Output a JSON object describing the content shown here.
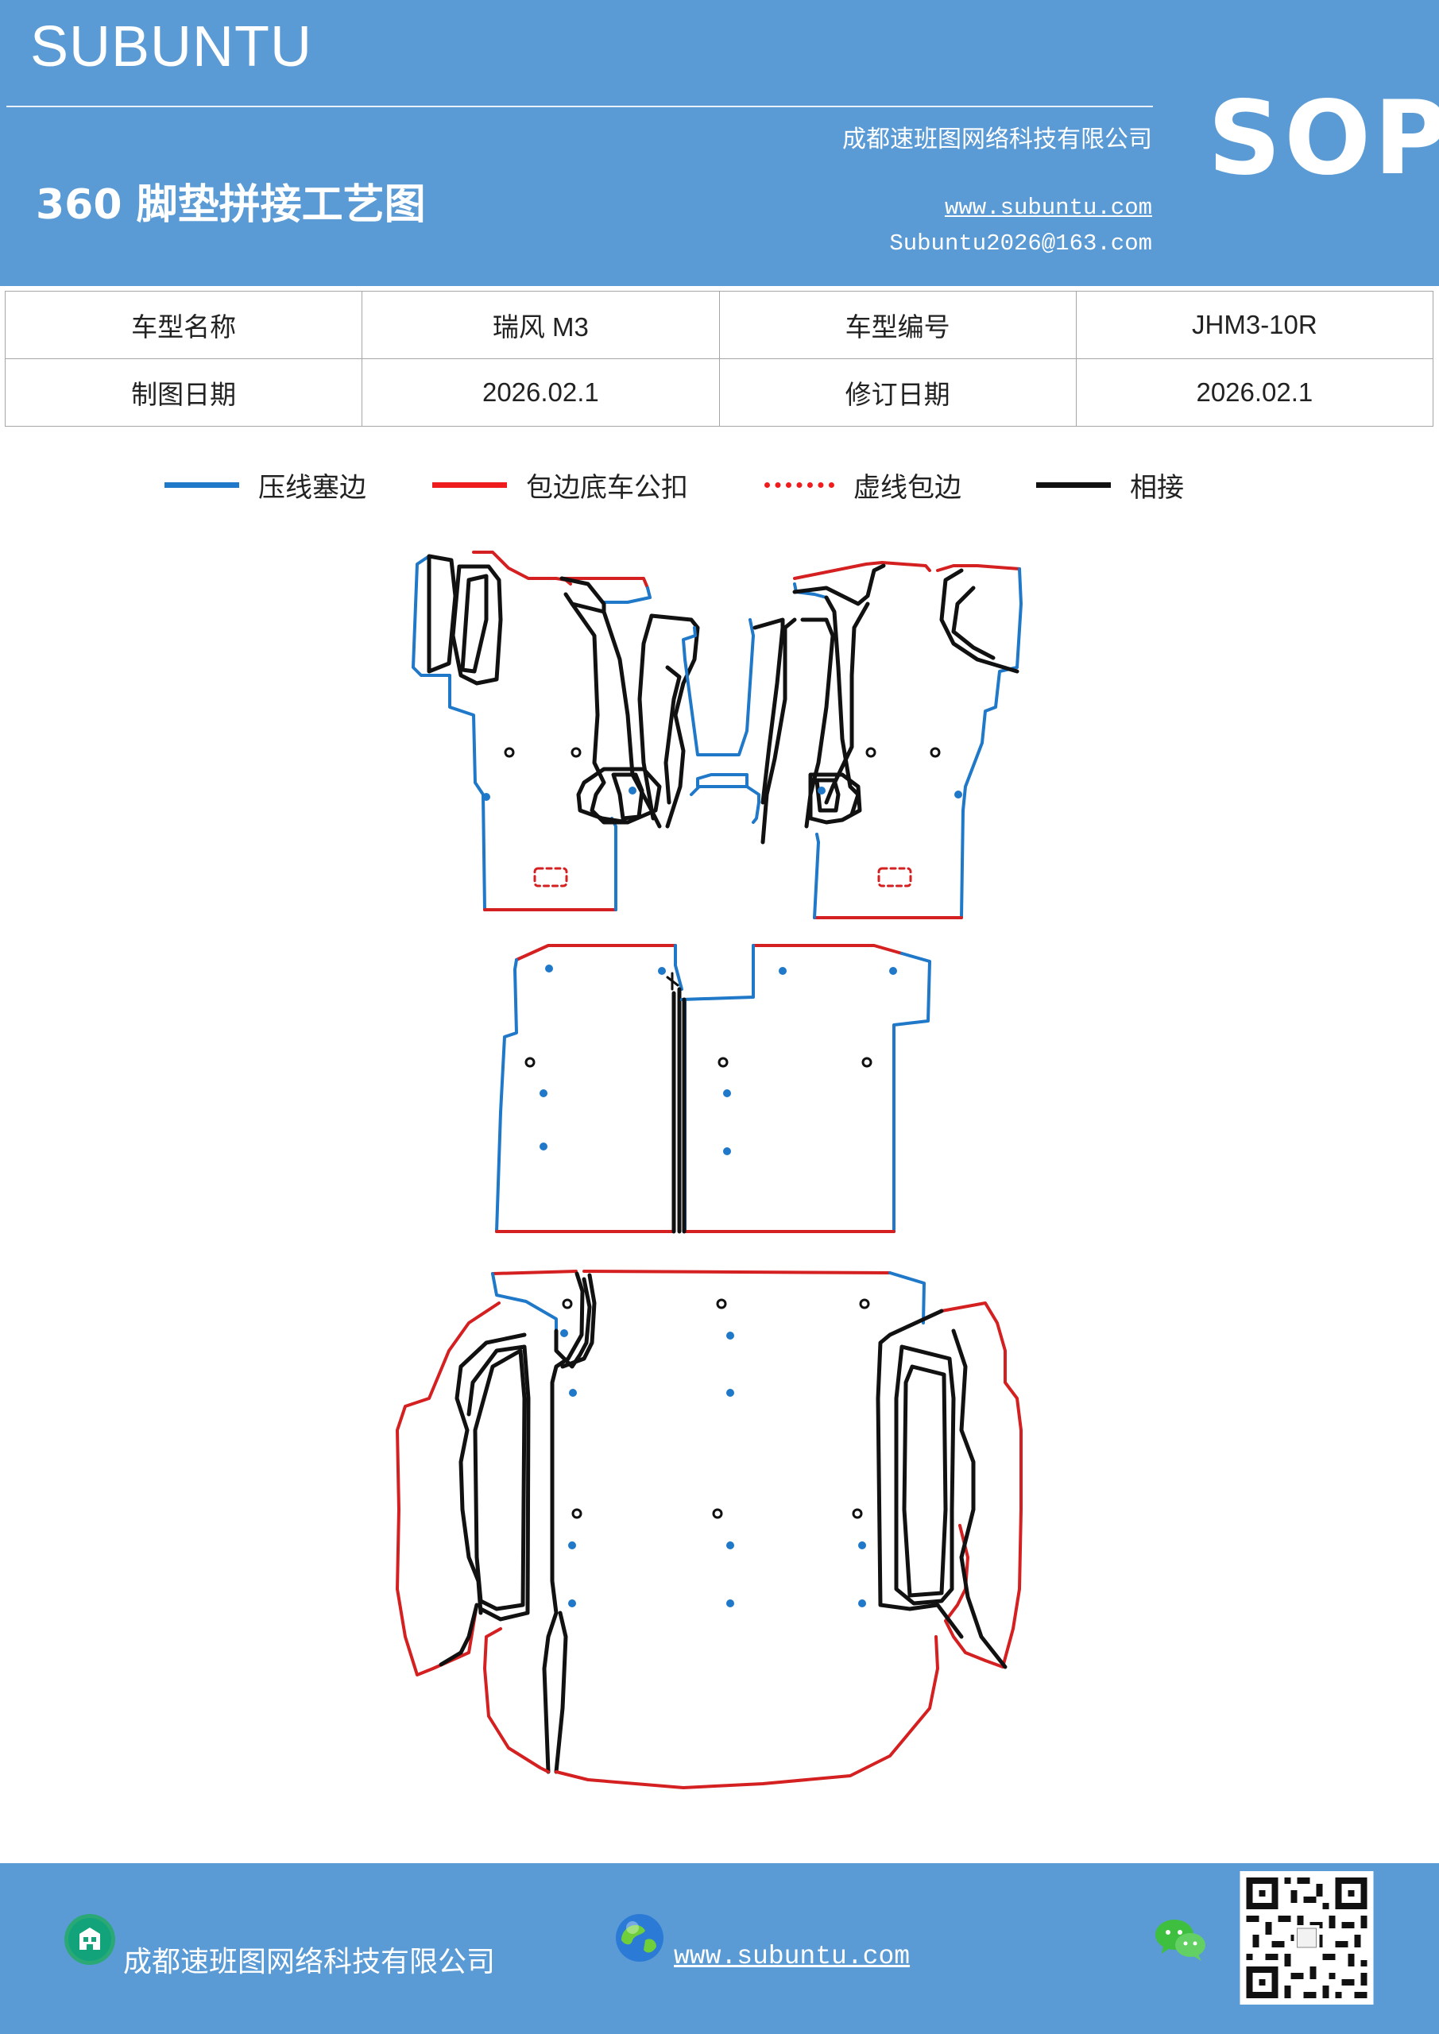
{
  "header": {
    "brand": "SUBUNTU",
    "company": "成都速班图网络科技有限公司",
    "title": "360 脚垫拼接工艺图",
    "website": "www.subuntu.com",
    "email": "Subuntu2026@163.com",
    "sop": "SOP"
  },
  "info": {
    "model_name_label": "车型名称",
    "model_name": "瑞风 M3",
    "model_code_label": "车型编号",
    "model_code": "JHM3-10R",
    "draw_date_label": "制图日期",
    "draw_date": "2026.02.1",
    "revise_date_label": "修订日期",
    "revise_date": "2026.02.1"
  },
  "legend": [
    {
      "label": "压线塞边",
      "color": "#1f78c8",
      "style": "solid"
    },
    {
      "label": "包边底车公扣",
      "color": "#ee1c1c",
      "style": "solid"
    },
    {
      "label": "虚线包边",
      "color": "#ee1c1c",
      "style": "dotted"
    },
    {
      "label": "相接",
      "color": "#111111",
      "style": "solid"
    }
  ],
  "colors": {
    "header_bg": "#5b9bd5",
    "blue_edge": "#1f78c8",
    "red_edge": "#d42020",
    "black_edge": "#111111"
  },
  "footer": {
    "company": "成都速班图网络科技有限公司",
    "website": "www.subuntu.com"
  }
}
